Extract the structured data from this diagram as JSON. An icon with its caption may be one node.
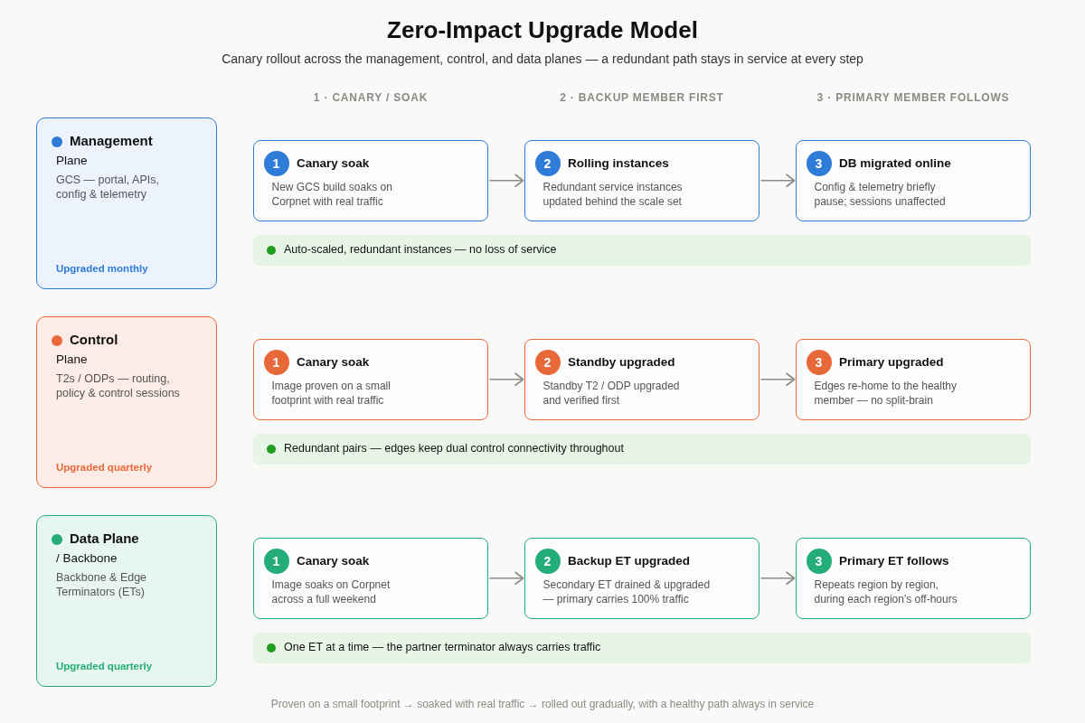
{
  "diagram": {
    "title": "Zero-Impact Upgrade Model",
    "caption": "Proven on a small footprint → soaked with real traffic → rolled out gradually, with a healthy path always in service",
    "labels": [
      "Canary rollout across the management, control, and data planes — a redundant path stays in service at every step",
      "1 · CANARY / SOAK",
      "2 · BACKUP MEMBER FIRST",
      "3 · PRIMARY MEMBER FOLLOWS"
    ],
    "nodes": [
      {
        "text": [
          "Management",
          "Plane",
          "GCS — portal, APIs, config & telemetry",
          "Upgraded monthly"
        ]
      },
      {
        "text": [
          "1",
          "Canary soak",
          "New GCS build soaks on Corpnet with real traffic"
        ]
      },
      {
        "text": [
          "2",
          "Rolling instances",
          "Redundant service instances updated behind the scale set"
        ]
      },
      {
        "text": [
          "3",
          "DB migrated online",
          "Config & telemetry briefly pause; sessions unaffected"
        ]
      },
      {
        "text": [
          "Auto-scaled, redundant instances — no loss of service"
        ]
      },
      {
        "text": [
          "Control",
          "Plane",
          "T2s / ODPs — routing, policy & control sessions",
          "Upgraded quarterly"
        ]
      },
      {
        "text": [
          "1",
          "Canary soak",
          "Image proven on a small footprint with real traffic"
        ]
      },
      {
        "text": [
          "2",
          "Standby upgraded",
          "Standby T2 / ODP upgraded and verified first"
        ]
      },
      {
        "text": [
          "3",
          "Primary upgraded",
          "Edges re-home to the healthy member — no split-brain"
        ]
      },
      {
        "text": [
          "Redundant pairs — edges keep dual control connectivity throughout"
        ]
      },
      {
        "text": [
          "Data Plane",
          "/ Backbone",
          "Backbone & Edge Terminators (ETs)",
          "Upgraded quarterly"
        ]
      },
      {
        "text": [
          "1",
          "Canary soak",
          "Image soaks on Corpnet across a full weekend"
        ]
      },
      {
        "text": [
          "2",
          "Backup ET upgraded",
          "Secondary ET drained & upgraded — primary carries 100% traffic"
        ]
      },
      {
        "text": [
          "3",
          "Primary ET follows",
          "Repeats region by region, during each region's off-hours"
        ]
      },
      {
        "text": [
          "One ET at a time — the partner terminator always carries traffic"
        ]
      }
    ],
    "edges": [
      {
        "from": 1,
        "to": 2,
        "arrow": "to"
      },
      {
        "from": 2,
        "to": 3,
        "arrow": "to"
      },
      {
        "from": 6,
        "to": 7,
        "arrow": "to"
      },
      {
        "from": 7,
        "to": 8,
        "arrow": "to"
      },
      {
        "from": 11,
        "to": 12,
        "arrow": "to"
      },
      {
        "from": 12,
        "to": 13,
        "arrow": "to"
      }
    ]
  }
}
